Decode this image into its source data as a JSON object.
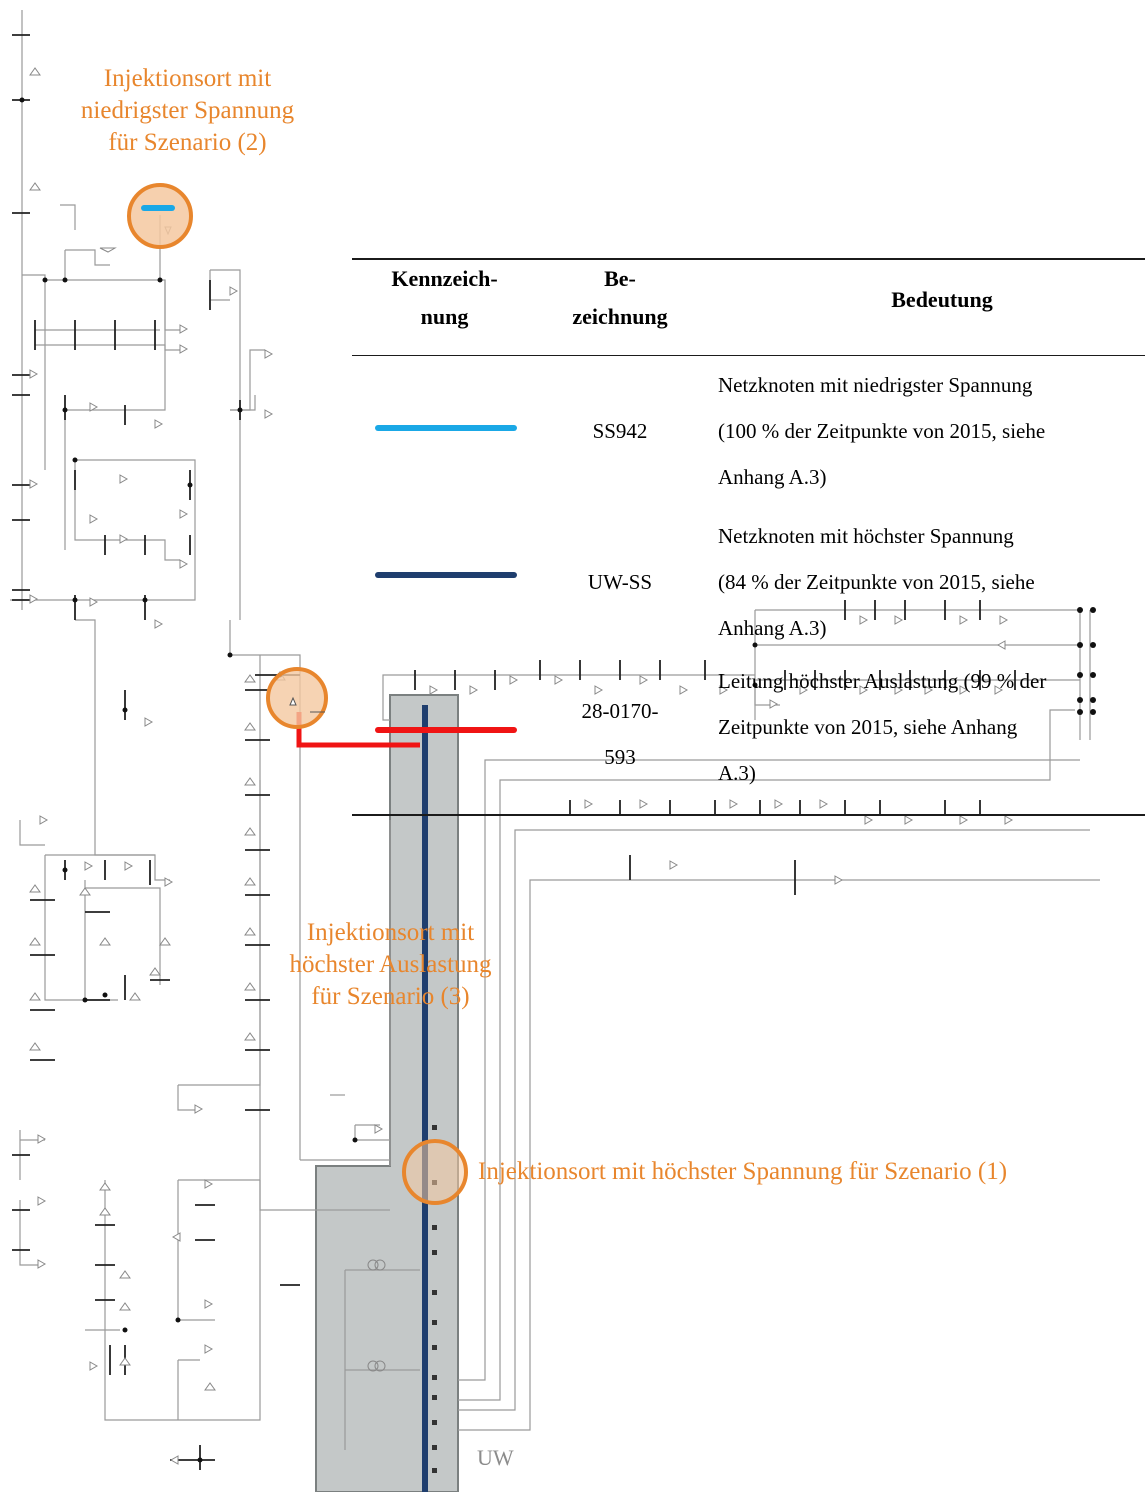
{
  "annotations": {
    "scenario2": "Injektionsort mit niedrigster Spannung für Szenario (2)",
    "scenario2_lines": [
      "Injektionsort mit",
      "niedrigster Spannung",
      "für Szenario (2)"
    ],
    "scenario3_lines": [
      "Injektionsort mit",
      "höchster Auslastung",
      "für Szenario (3)"
    ],
    "scenario1": "Injektionsort mit höchster Spannung für Szenario (1)",
    "substation": "UW"
  },
  "legend": {
    "headers": {
      "marking": [
        "Kennzeich-",
        "nung"
      ],
      "designation": [
        "Be-",
        "zeichnung"
      ],
      "meaning": "Bedeutung"
    },
    "rows": [
      {
        "color": "#1aa8e6",
        "code": [
          "SS942"
        ],
        "meaning": [
          "Netzknoten mit niedrigster Spannung",
          "(100 % der Zeitpunkte von 2015, siehe",
          "Anhang A.3)"
        ]
      },
      {
        "color": "#1f3e6e",
        "code": [
          "UW-SS"
        ],
        "meaning": [
          "Netzknoten mit höchster Spannung",
          "(84 % der Zeitpunkte von 2015, siehe",
          "Anhang A.3)"
        ]
      },
      {
        "color": "#f01414",
        "code": [
          "28-0170-",
          "593"
        ],
        "meaning": [
          "Leitung höchster Auslastung (99 % der",
          "Zeitpunkte von 2015, siehe Anhang",
          "A.3)"
        ]
      }
    ]
  },
  "colors": {
    "annotation": "#e8862d",
    "highlight_fill": "#f4c8a0",
    "substation_fill": "#c4c8c8",
    "lowest_voltage": "#1aa8e6",
    "highest_voltage": "#1f3e6e",
    "highest_load": "#f01414"
  }
}
